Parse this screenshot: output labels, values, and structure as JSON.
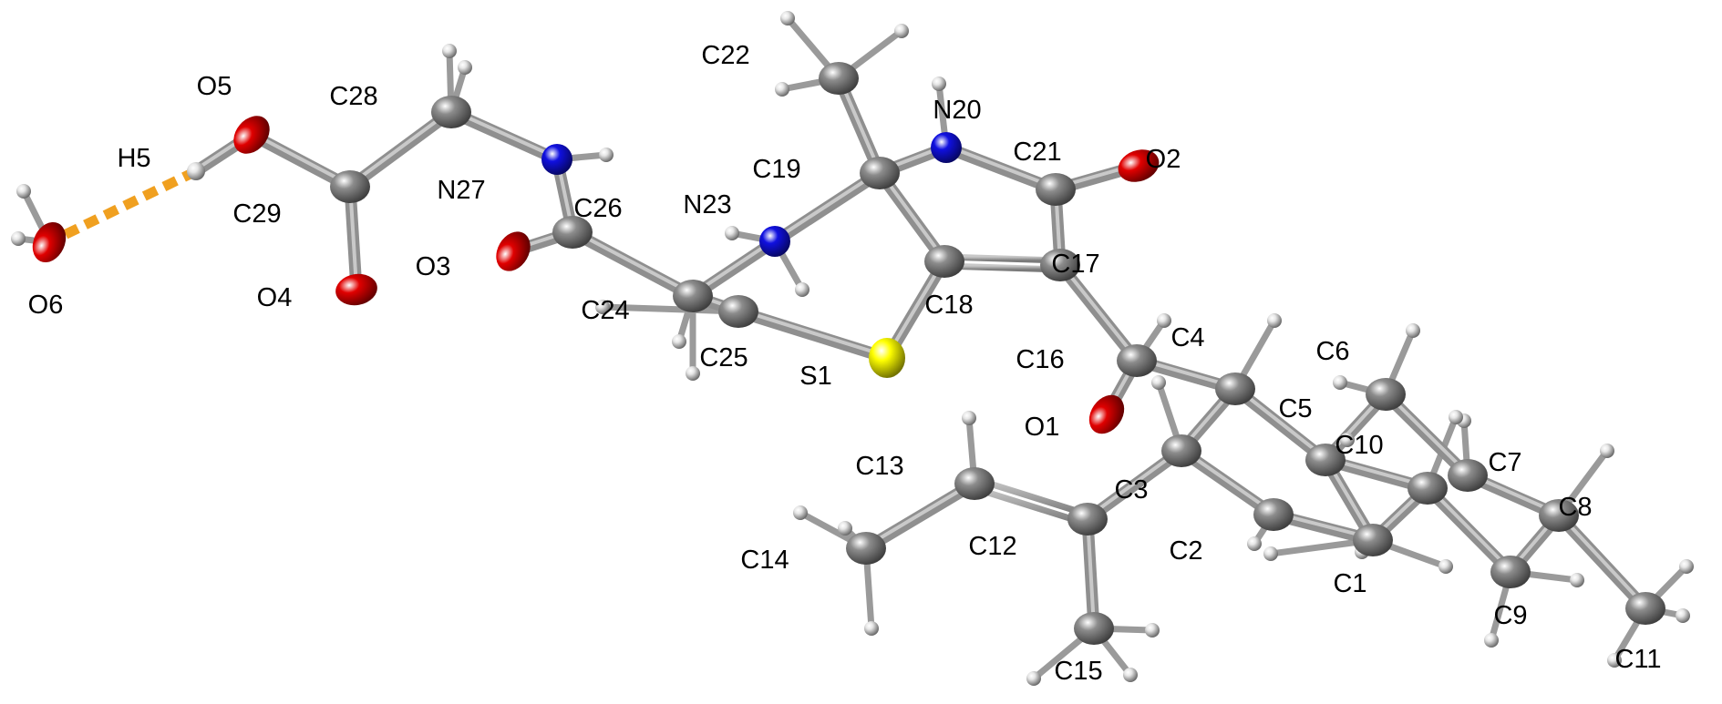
{
  "figure": {
    "title": "",
    "caption": ""
  },
  "colors": {
    "carbon": "#8c8c8c",
    "hydrogen": "#e6e6e6",
    "oxygen": "#e00000",
    "nitrogen": "#1010e0",
    "sulfur": "#ffff00",
    "bond": "#9a9a9a",
    "hbond": "#f0a020",
    "label": "#000000"
  },
  "atoms": [
    {
      "id": "C1",
      "el": "C",
      "label": "C1"
    },
    {
      "id": "C2",
      "el": "C",
      "label": "C2"
    },
    {
      "id": "C3",
      "el": "C",
      "label": "C3"
    },
    {
      "id": "C4",
      "el": "C",
      "label": "C4"
    },
    {
      "id": "C5",
      "el": "C",
      "label": "C5"
    },
    {
      "id": "C6",
      "el": "C",
      "label": "C6"
    },
    {
      "id": "C7",
      "el": "C",
      "label": "C7"
    },
    {
      "id": "C8",
      "el": "C",
      "label": "C8"
    },
    {
      "id": "C9",
      "el": "C",
      "label": "C9"
    },
    {
      "id": "C10",
      "el": "C",
      "label": "C10"
    },
    {
      "id": "C11",
      "el": "C",
      "label": "C11"
    },
    {
      "id": "C12",
      "el": "C",
      "label": "C12"
    },
    {
      "id": "C13",
      "el": "C",
      "label": "C13"
    },
    {
      "id": "C14",
      "el": "C",
      "label": "C14"
    },
    {
      "id": "C15",
      "el": "C",
      "label": "C15"
    },
    {
      "id": "C16",
      "el": "C",
      "label": "C16"
    },
    {
      "id": "C17",
      "el": "C",
      "label": "C17"
    },
    {
      "id": "C18",
      "el": "C",
      "label": "C18"
    },
    {
      "id": "C19",
      "el": "C",
      "label": "C19"
    },
    {
      "id": "N20",
      "el": "N",
      "label": "N20"
    },
    {
      "id": "C21",
      "el": "C",
      "label": "C21"
    },
    {
      "id": "C22",
      "el": "C",
      "label": "C22"
    },
    {
      "id": "N23",
      "el": "N",
      "label": "N23"
    },
    {
      "id": "C24",
      "el": "C",
      "label": "C24"
    },
    {
      "id": "C25",
      "el": "C",
      "label": "C25"
    },
    {
      "id": "C26",
      "el": "C",
      "label": "C26"
    },
    {
      "id": "N27",
      "el": "N",
      "label": "N27"
    },
    {
      "id": "C28",
      "el": "C",
      "label": "C28"
    },
    {
      "id": "C29",
      "el": "C",
      "label": "C29"
    },
    {
      "id": "O1",
      "el": "O",
      "label": "O1"
    },
    {
      "id": "O2",
      "el": "O",
      "label": "O2"
    },
    {
      "id": "O3",
      "el": "O",
      "label": "O3"
    },
    {
      "id": "O4",
      "el": "O",
      "label": "O4"
    },
    {
      "id": "O5",
      "el": "O",
      "label": "O5"
    },
    {
      "id": "O6",
      "el": "O",
      "label": "O6"
    },
    {
      "id": "S1",
      "el": "S",
      "label": "S1"
    },
    {
      "id": "H5",
      "el": "H",
      "label": "H5"
    }
  ],
  "bonds": [
    [
      "C1",
      "C2"
    ],
    [
      "C2",
      "C3"
    ],
    [
      "C3",
      "C4"
    ],
    [
      "C4",
      "C5"
    ],
    [
      "C5",
      "C1"
    ],
    [
      "C5",
      "C6"
    ],
    [
      "C6",
      "C7"
    ],
    [
      "C7",
      "C8"
    ],
    [
      "C8",
      "C9"
    ],
    [
      "C9",
      "C10"
    ],
    [
      "C10",
      "C5"
    ],
    [
      "C10",
      "C1"
    ],
    [
      "C8",
      "C11"
    ],
    [
      "C3",
      "C12"
    ],
    [
      "C12",
      "C13"
    ],
    [
      "C13",
      "C14"
    ],
    [
      "C12",
      "C15"
    ],
    [
      "C4",
      "C16"
    ],
    [
      "C16",
      "O1"
    ],
    [
      "C16",
      "C17"
    ],
    [
      "C17",
      "C18"
    ],
    [
      "C17",
      "C21"
    ],
    [
      "C21",
      "O2"
    ],
    [
      "C21",
      "N20"
    ],
    [
      "N20",
      "C19"
    ],
    [
      "C19",
      "C18"
    ],
    [
      "C19",
      "C22"
    ],
    [
      "C19",
      "N23"
    ],
    [
      "C18",
      "S1"
    ],
    [
      "S1",
      "C25"
    ],
    [
      "C25",
      "C24"
    ],
    [
      "C24",
      "N23"
    ],
    [
      "C24",
      "C26"
    ],
    [
      "C26",
      "O3"
    ],
    [
      "C26",
      "N27"
    ],
    [
      "N27",
      "C28"
    ],
    [
      "C28",
      "C29"
    ],
    [
      "C29",
      "O4"
    ],
    [
      "C29",
      "O5"
    ],
    [
      "O5",
      "H5"
    ]
  ],
  "double_bonds": [
    [
      "C17",
      "C18"
    ],
    [
      "C12",
      "C13"
    ]
  ],
  "hbonds": [
    [
      "H5",
      "O6"
    ]
  ]
}
